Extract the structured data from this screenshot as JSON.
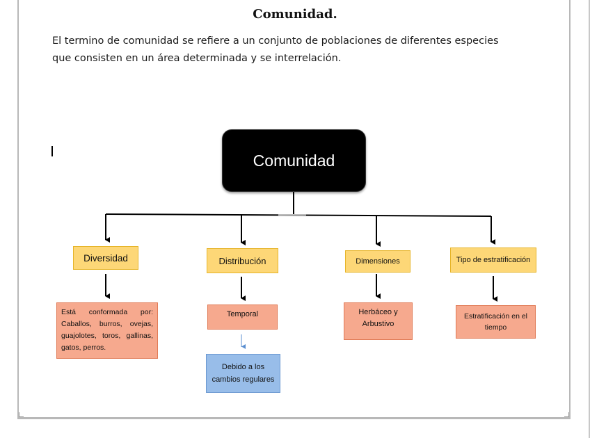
{
  "document": {
    "title": "Comunidad.",
    "paragraph": "El termino de comunidad se refiere a un conjunto de poblaciones de diferentes especies que consisten en un área determinada y se interrelación."
  },
  "diagram": {
    "root": "Comunidad",
    "categories": [
      {
        "label": "Diversidad",
        "detail": "Está conformada por: Caballos, burros, ovejas, guajolotes, toros, gallinas, gatos, perros."
      },
      {
        "label": "Distribución",
        "detail": "Temporal",
        "sub_detail": "Debido a los cambios regulares"
      },
      {
        "label": "Dimensiones",
        "detail": "Herbáceo y Arbustivo"
      },
      {
        "label": "Tipo de estratificación",
        "detail": "Estratificación en el tiempo"
      }
    ]
  },
  "colors": {
    "root_fill": "#000000",
    "category_fill": "#fdd777",
    "detail_fill": "#f6a98e",
    "sub_detail_fill": "#98bde9",
    "connector": "#000000",
    "sub_connector": "#5b8fd0"
  }
}
